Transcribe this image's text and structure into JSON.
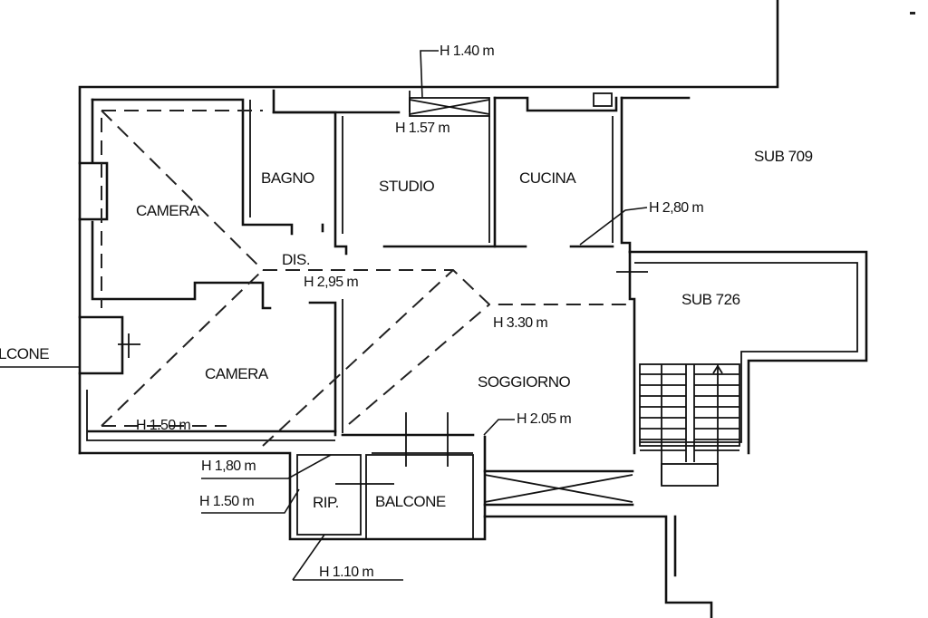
{
  "plan": {
    "rooms": [
      {
        "id": "camera-1",
        "label": "CAMERA"
      },
      {
        "id": "bagno",
        "label": "BAGNO"
      },
      {
        "id": "studio",
        "label": "STUDIO"
      },
      {
        "id": "cucina",
        "label": "CUCINA"
      },
      {
        "id": "disimpegno",
        "label": "DIS."
      },
      {
        "id": "camera-2",
        "label": "CAMERA"
      },
      {
        "id": "soggiorno",
        "label": "SOGGIORNO"
      },
      {
        "id": "ripostiglio",
        "label": "RIP."
      },
      {
        "id": "balcone-front",
        "label": "BALCONE"
      },
      {
        "id": "balcone-side",
        "label": "BALCONE"
      }
    ],
    "units": [
      {
        "id": "sub-709",
        "label": "SUB 709"
      },
      {
        "id": "sub-726",
        "label": "SUB 726"
      }
    ],
    "heights": [
      {
        "id": "h-140",
        "label": "H 1.40 m"
      },
      {
        "id": "h-157",
        "label": "H 1.57 m"
      },
      {
        "id": "h-280",
        "label": "H 2,80 m"
      },
      {
        "id": "h-295",
        "label": "H 2,95 m"
      },
      {
        "id": "h-330",
        "label": "H 3.30 m"
      },
      {
        "id": "h-150-camera",
        "label": "H 1.50 m"
      },
      {
        "id": "h-205",
        "label": "H 2.05 m"
      },
      {
        "id": "h-180",
        "label": "H 1,80 m"
      },
      {
        "id": "h-150-rip",
        "label": "H 1.50 m"
      },
      {
        "id": "h-110",
        "label": "H 1.10 m"
      }
    ],
    "balcone_side_visible_text": "LCONE"
  }
}
